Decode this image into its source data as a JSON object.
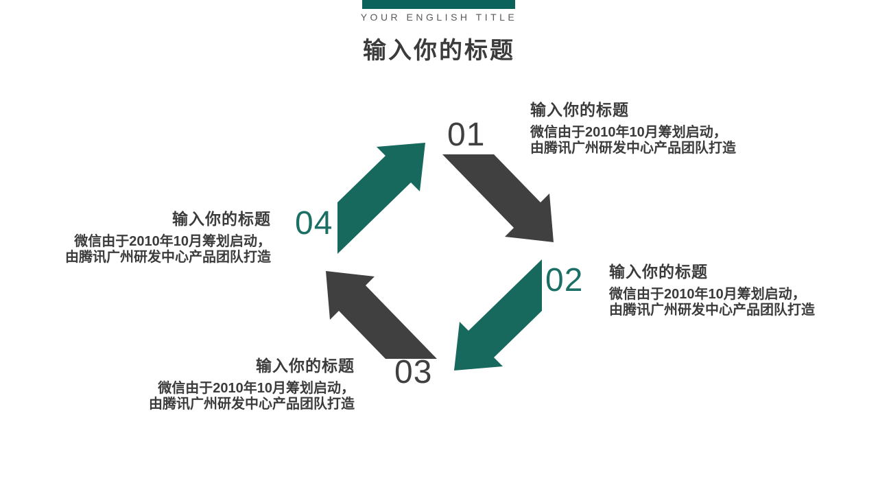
{
  "slide": {
    "header": {
      "english_title": "YOUR ENGLISH TITLE",
      "title": "输入你的标题"
    },
    "cycle": {
      "steps": [
        {
          "number": "01",
          "title": "输入你的标题",
          "desc_line1": "微信由于2010年10月筹划启动，",
          "desc_line2": "由腾讯广州研发中心产品团队打造"
        },
        {
          "number": "02",
          "title": "输入你的标题",
          "desc_line1": "微信由于2010年10月筹划启动，",
          "desc_line2": "由腾讯广州研发中心产品团队打造"
        },
        {
          "number": "03",
          "title": "输入你的标题",
          "desc_line1": "微信由于2010年10月筹划启动，",
          "desc_line2": "由腾讯广州研发中心产品团队打造"
        },
        {
          "number": "04",
          "title": "输入你的标题",
          "desc_line1": "微信由于2010年10月筹划启动，",
          "desc_line2": "由腾讯广州研发中心产品团队打造"
        }
      ]
    },
    "colors": {
      "accent_bar": "#0B635B",
      "arrow_teal": "#17695E",
      "arrow_dark": "#404040",
      "number_teal": "#1C6F64",
      "number_dark": "#404040",
      "english_title_gray": "#595959",
      "text_dark": "#3B3B3B"
    }
  }
}
